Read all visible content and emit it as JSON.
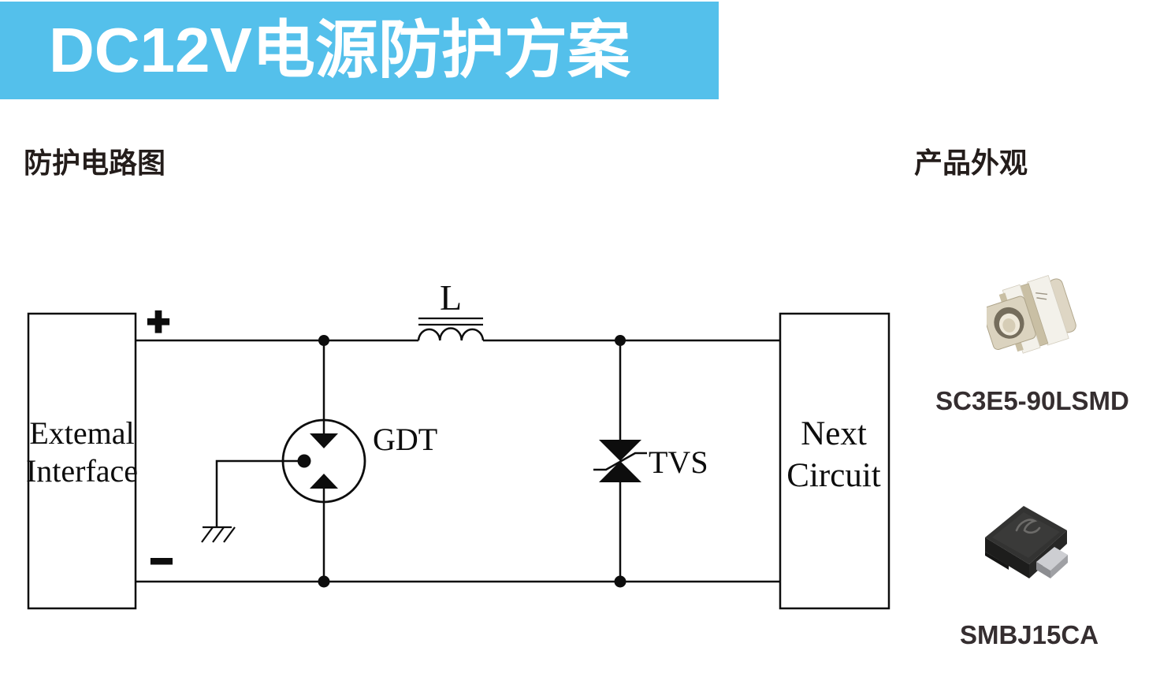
{
  "banner": {
    "title": "DC12V电源防护方案",
    "bg_color": "#54C0EB",
    "text_color": "#FFFFFF"
  },
  "headings": {
    "circuit": "防护电路图",
    "products": "产品外观"
  },
  "circuit": {
    "line_color": "#0D0D0D",
    "external_box": {
      "line1": "Extemal",
      "line2": "Interface"
    },
    "next_box": {
      "line1": "Next",
      "line2": "Circuit"
    },
    "plus": "+",
    "minus": "−",
    "inductor_label": "L",
    "gdt_label": "GDT",
    "tvs_label": "TVS"
  },
  "products": [
    {
      "name": "SC3E5-90LSMD",
      "type": "gas-discharge-tube"
    },
    {
      "name": "SMBJ15CA",
      "type": "tvs-diode-smb-package"
    }
  ]
}
